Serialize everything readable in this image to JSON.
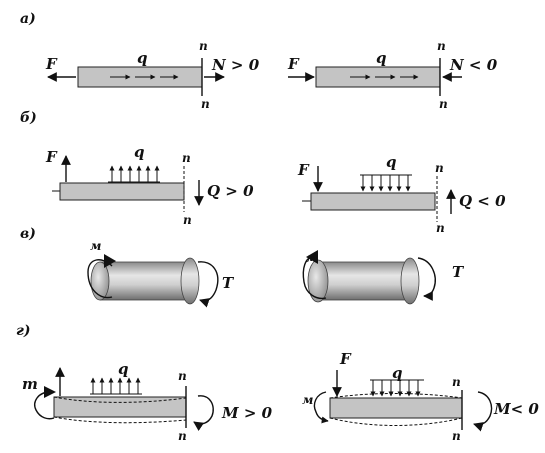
{
  "sections": {
    "a": "а)",
    "b": "б)",
    "v": "в)",
    "g": "г)"
  },
  "labels": {
    "F": "F",
    "q": "q",
    "n": "n",
    "m_upper": "m",
    "m_lower": "м",
    "T": "T"
  },
  "conditions": {
    "a_left": "N > 0",
    "a_right": "N < 0",
    "b_left": "Q > 0",
    "b_right": "Q < 0",
    "g_left": "M > 0",
    "g_right": "M< 0"
  }
}
